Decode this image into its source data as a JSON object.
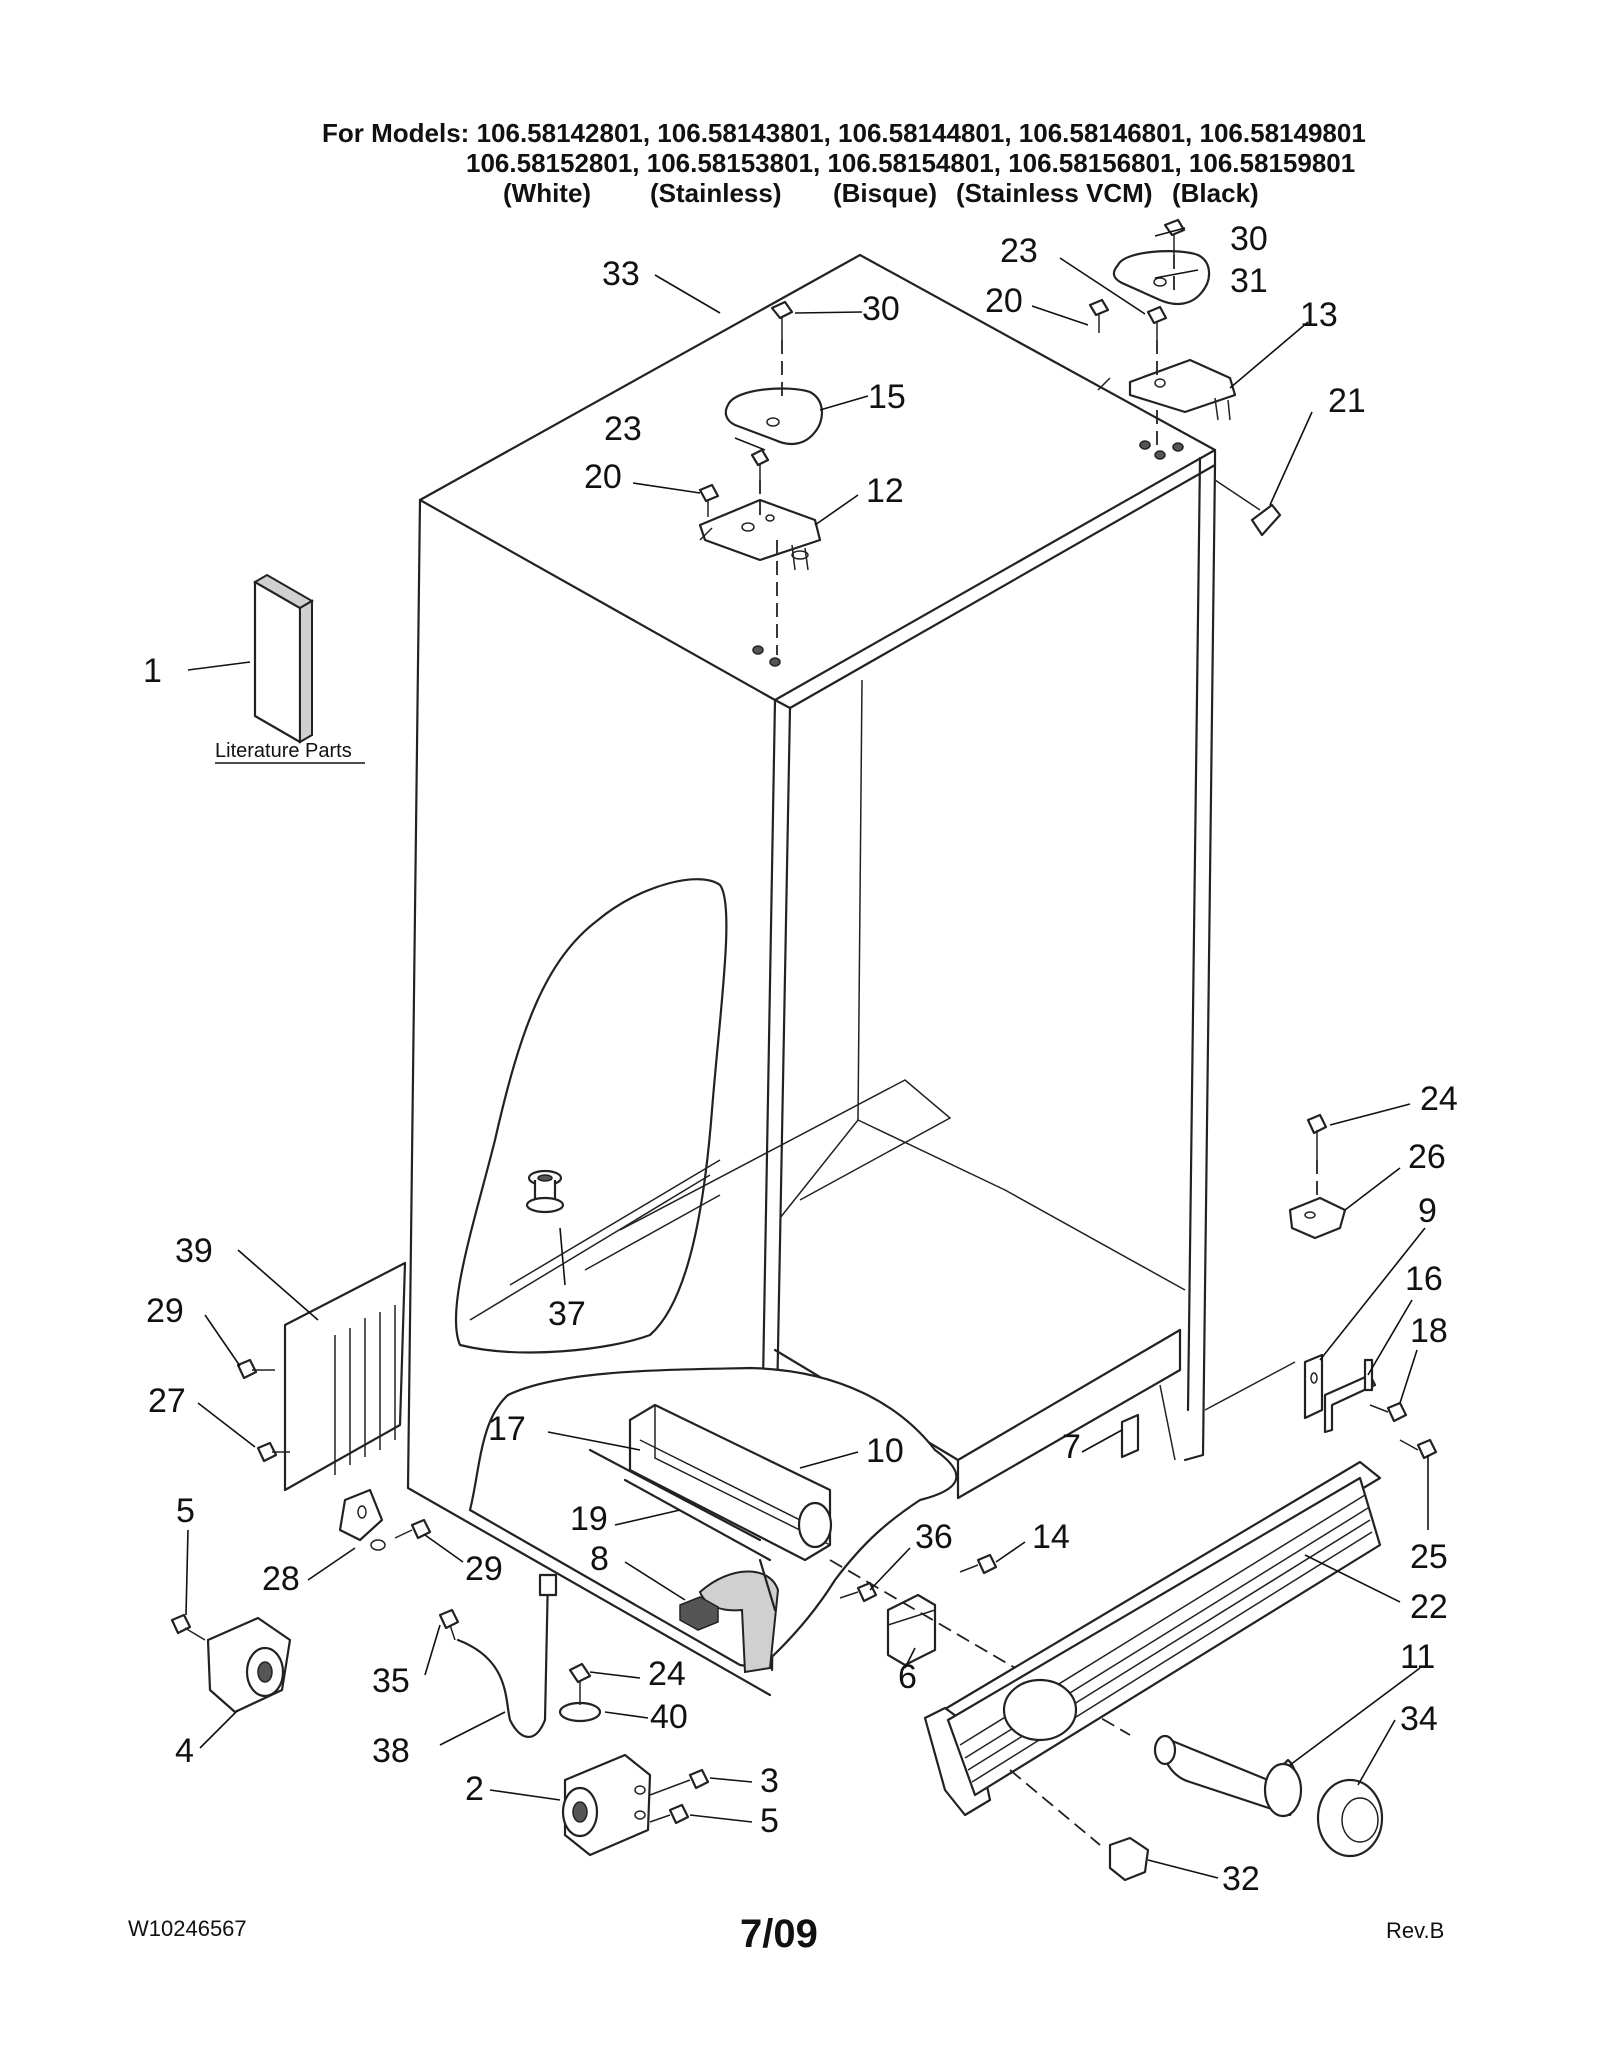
{
  "header": {
    "line1_label": "For Models:",
    "line1_models": "106.58142801, 106.58143801, 106.58144801, 106.58146801, 106.58149801",
    "line2_models": "106.58152801, 106.58153801, 106.58154801, 106.58156801, 106.58159801",
    "colors": [
      "(White)",
      "(Stainless)",
      "(Bisque)",
      "(Stainless VCM)",
      "(Black)"
    ]
  },
  "literature_label": "Literature Parts",
  "callouts": [
    "1",
    "2",
    "3",
    "4",
    "5",
    "5",
    "6",
    "7",
    "8",
    "9",
    "10",
    "11",
    "12",
    "13",
    "14",
    "15",
    "16",
    "17",
    "18",
    "19",
    "20",
    "20",
    "21",
    "22",
    "23",
    "23",
    "24",
    "24",
    "25",
    "26",
    "27",
    "28",
    "29",
    "29",
    "30",
    "30",
    "31",
    "32",
    "33",
    "34",
    "35",
    "36",
    "37",
    "38",
    "39",
    "40"
  ],
  "footer": {
    "doc_number": "W10246567",
    "date": "7/09",
    "revision": "Rev.B"
  }
}
